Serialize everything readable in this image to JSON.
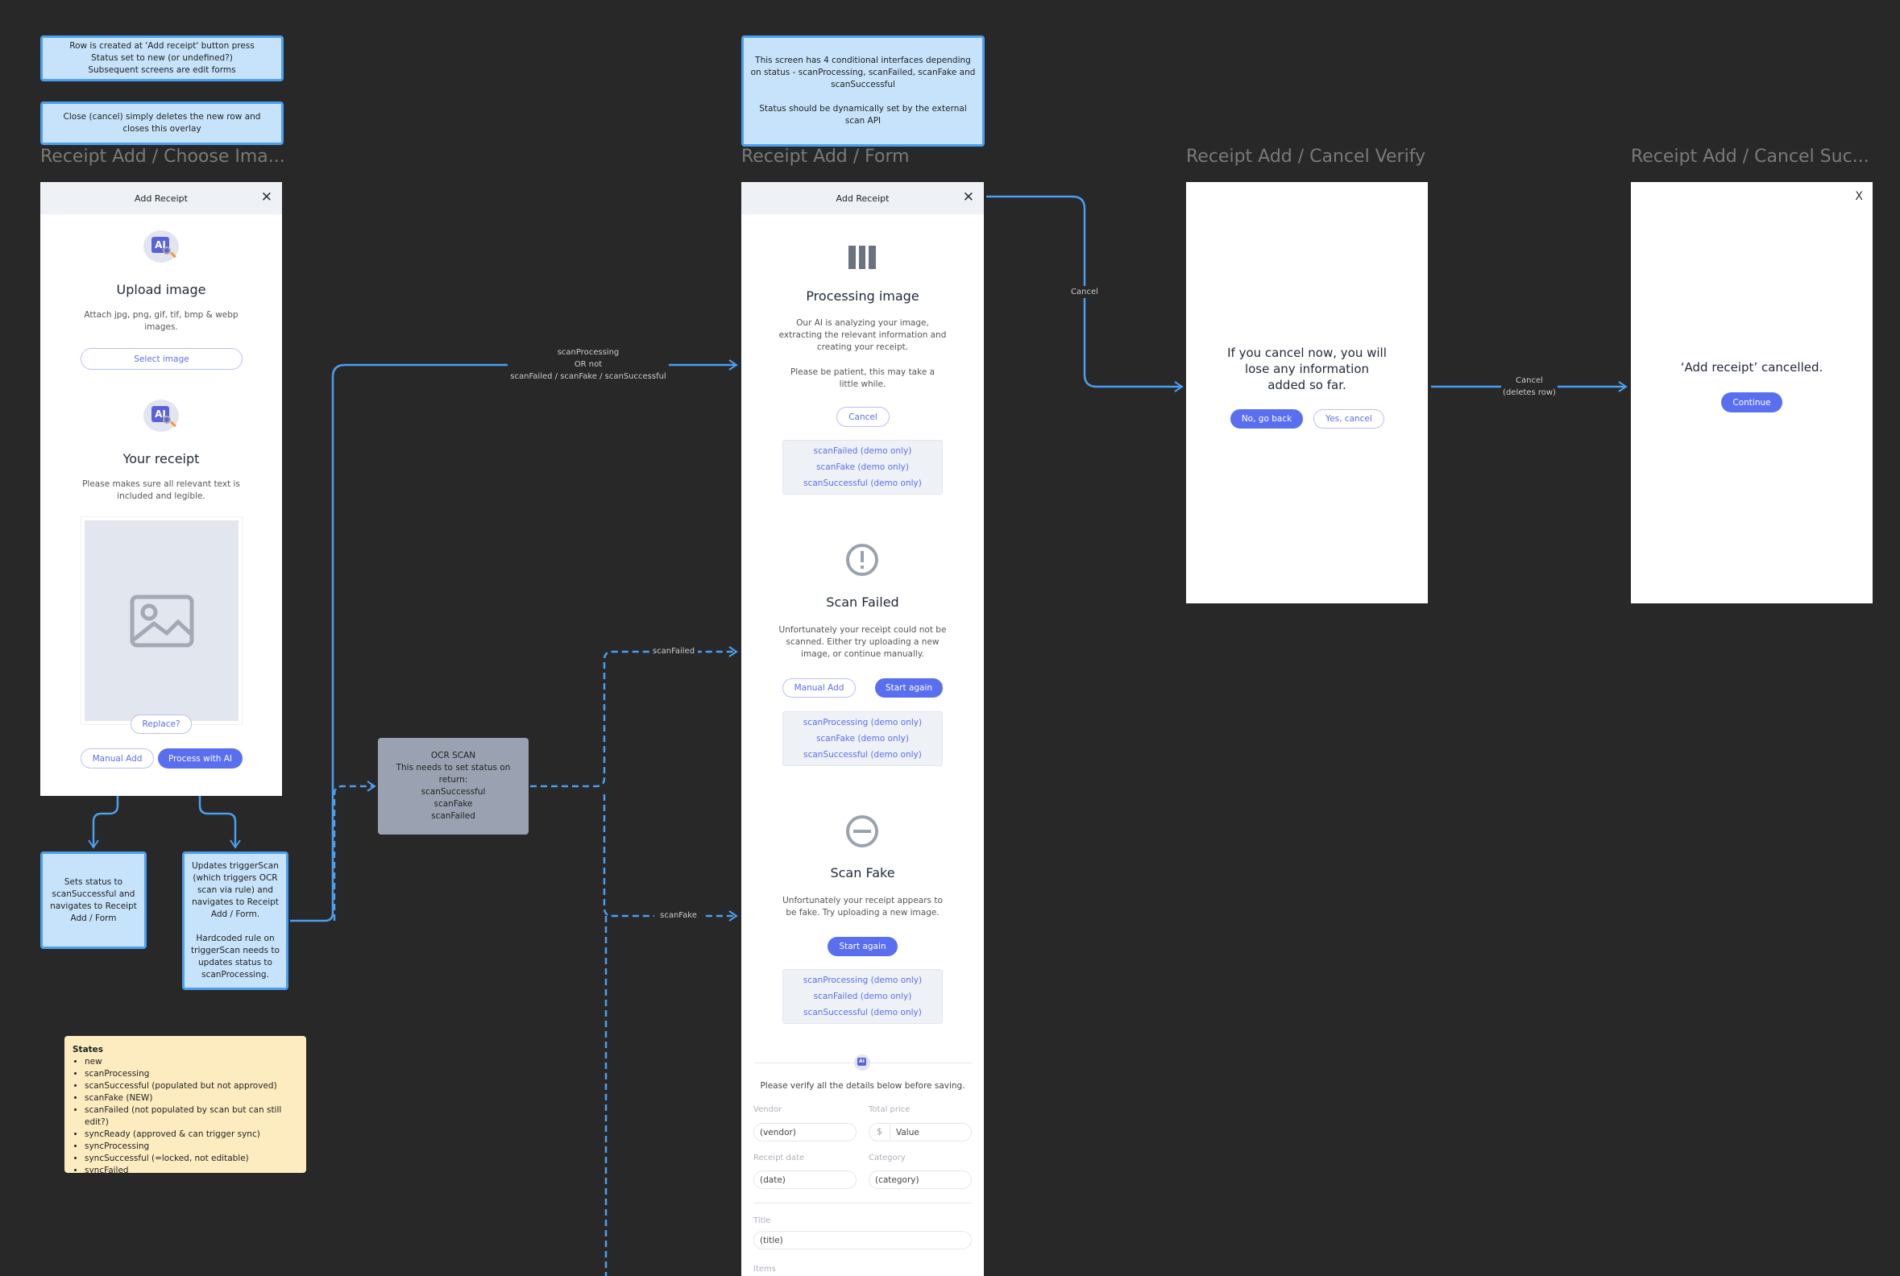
{
  "colors": {
    "background": "#282828",
    "note": "#c6e3fb",
    "note_border": "#4a9ff0",
    "accent": "#5a6ff0",
    "connector": "#4a9ff0",
    "states_note": "#fdecc0",
    "ocr_box": "#9aa2b1"
  },
  "notes": {
    "row_created": "Row is created at 'Add receipt' button press\nStatus set to new (or undefined?)\nSubsequent screens are edit forms",
    "close_cancel": "Close (cancel) simply deletes the new row and closes this overlay",
    "conditional": "This screen has 4 conditional interfaces depending on status - scanProcessing, scanFailed, scanFake and scanSuccessful\n\nStatus should be dynamically set by the external scan API",
    "sets_status": "Sets status to scanSuccessful and navigates to Receipt Add / Form",
    "updates_trigger": "Updates triggerScan (which triggers OCR scan via rule) and navigates to Receipt Add / Form.\n\nHardcoded rule on triggerScan needs to updates status to scanProcessing.",
    "ocr": "OCR SCAN\nThis needs to set status on return:\nscanSuccessful\nscanFake\nscanFailed"
  },
  "states": {
    "title": "States",
    "items": [
      "new",
      "scanProcessing",
      "scanSuccessful (populated but not approved)",
      "scanFake (NEW)",
      "scanFailed (not populated by scan but can still edit?)",
      "syncReady (approved & can trigger sync)",
      "syncProcessing",
      "syncSuccessful (=locked, not editable)",
      "syncFailed"
    ]
  },
  "connectors": {
    "to_form": "scanProcessing\nOR not\nscanFailed / scanFake / scanSuccessful",
    "scan_failed": "scanFailed",
    "scan_fake": "scanFake",
    "cancel": "Cancel",
    "cancel_deletes": "Cancel\n(deletes row)"
  },
  "choose": {
    "frame_title": "Receipt Add / Choose Ima...",
    "header": "Add Receipt",
    "ai_icon": "AI",
    "upload_title": "Upload image",
    "upload_text": "Attach jpg, png, gif, tif, bmp & webp images.",
    "select_image": "Select image",
    "receipt_title": "Your receipt",
    "receipt_text": "Please makes sure all relevant text is included and legible.",
    "replace": "Replace?",
    "manual_add": "Manual Add",
    "process_ai": "Process with AI"
  },
  "form": {
    "frame_title": "Receipt Add / Form",
    "header": "Add Receipt",
    "processing": {
      "title": "Processing image",
      "text": "Our AI is analyzing your image, extracting the relevant information and creating your receipt.",
      "text2": "Please be patient, this may take a little while.",
      "cancel": "Cancel",
      "demo": [
        "scanFailed (demo only)",
        "scanFake (demo only)",
        "scanSuccessful (demo only)"
      ]
    },
    "failed": {
      "title": "Scan Failed",
      "text": "Unfortunately your receipt could not be scanned. Either try uploading a new image, or continue manually.",
      "manual_add": "Manual Add",
      "start_again": "Start again",
      "demo": [
        "scanProcessing (demo only)",
        "scanFake (demo only)",
        "scanSuccessful (demo only)"
      ]
    },
    "fake": {
      "title": "Scan Fake",
      "text": "Unfortunately your receipt appears to be fake. Try uploading a new image.",
      "start_again": "Start again",
      "demo": [
        "scanProcessing (demo only)",
        "scanFailed (demo only)",
        "scanSuccessful (demo only)"
      ]
    },
    "verify": {
      "text": "Please verify all the details below before saving.",
      "vendor_label": "Vendor",
      "vendor": "(vendor)",
      "price_label": "Total price",
      "currency": "$",
      "price": "Value",
      "date_label": "Receipt date",
      "date": "(date)",
      "category_label": "Category",
      "category": "(category)",
      "title_label": "Title",
      "title": "(title)",
      "items_label": "Items"
    }
  },
  "cancel_verify": {
    "frame_title": "Receipt Add / Cancel Verify",
    "text": "If you cancel now, you will lose any information added so far.",
    "no": "No, go back",
    "yes": "Yes, cancel"
  },
  "cancel_success": {
    "frame_title": "Receipt Add / Cancel Suc...",
    "close": "X",
    "text": "‘Add receipt’ cancelled.",
    "continue": "Continue"
  }
}
